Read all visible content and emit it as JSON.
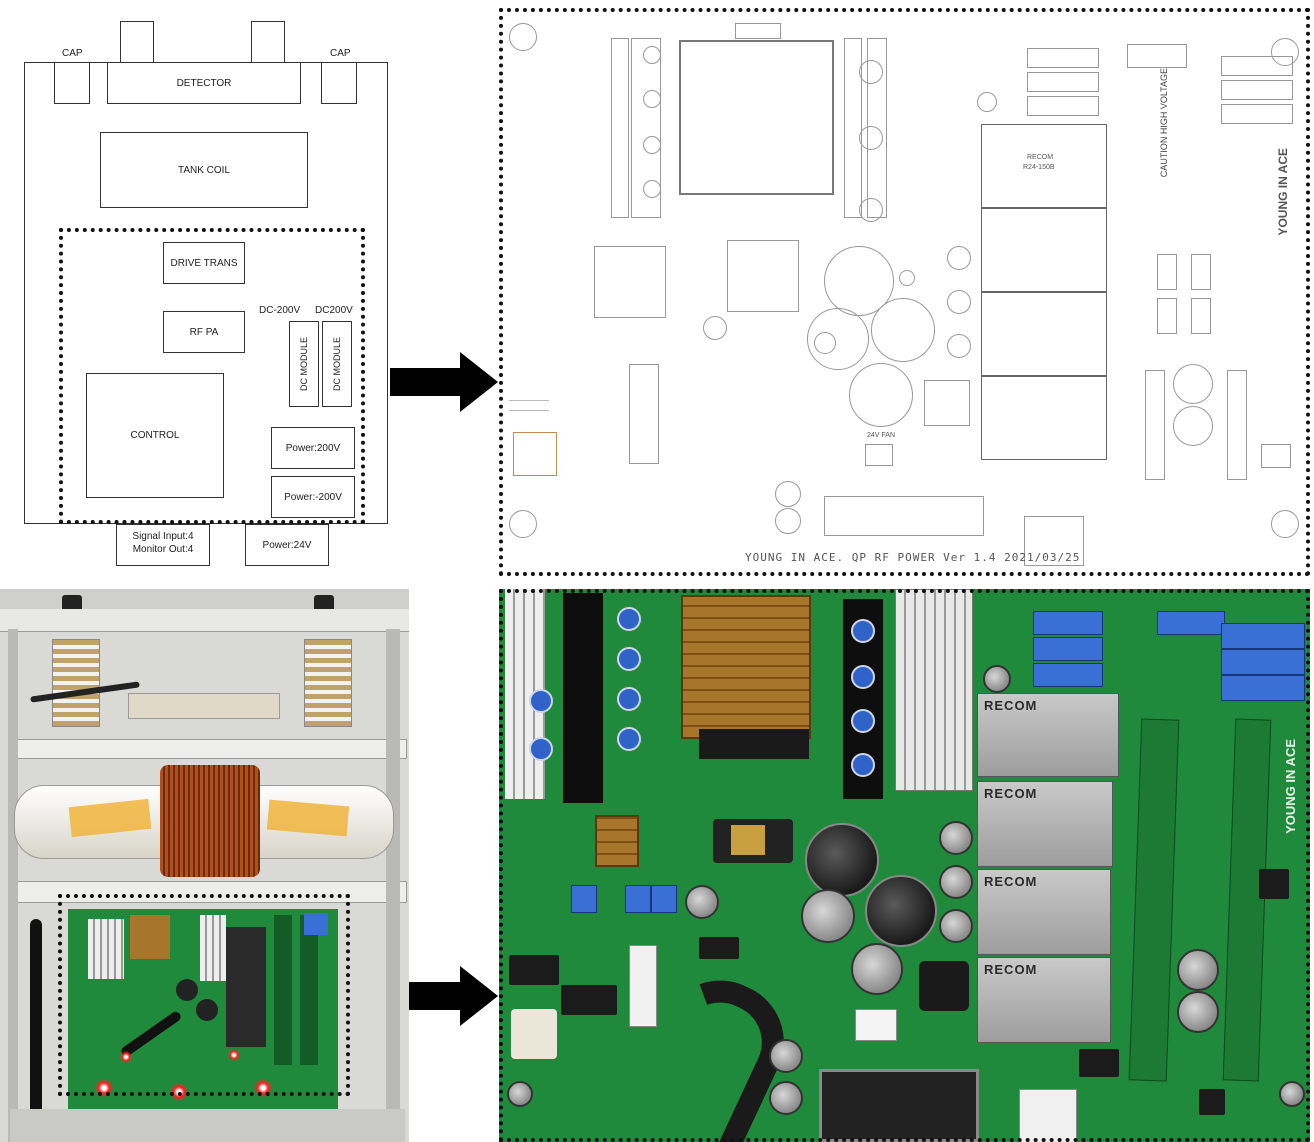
{
  "block_diagram": {
    "cap_left": "CAP",
    "cap_right": "CAP",
    "detector": "DETECTOR",
    "tank_coil": "TANK COIL",
    "drive_trans": "DRIVE TRANS",
    "rf_pa": "RF PA",
    "dc_minus_200v": "DC-200V",
    "dc_200v": "DC200V",
    "dc_module_1": "DC MODULE",
    "dc_module_2": "DC MODULE",
    "control": "CONTROL",
    "power_200v": "Power:200V",
    "power_minus_200v": "Power:-200V",
    "signal_input": "Signal Input:4",
    "monitor_out": "Monitor Out:4",
    "power_24v": "Power:24V"
  },
  "pcb_layout": {
    "footer_text": "YOUNG IN ACE. QP RF POWER Ver 1.4 2021/03/25",
    "caution_text": "CAUTION HIGH VOLTAGE",
    "brand_text": "YOUNG IN ACE",
    "fan_label": "24V FAN",
    "recom_label": "RECOM",
    "recom_model": "R24-150B"
  },
  "board_photo": {
    "recom_label": "RECOM",
    "brand_text": "YOUNG IN ACE"
  },
  "colors": {
    "pcb_green": "#1f8a3c",
    "arrow": "#000000"
  }
}
